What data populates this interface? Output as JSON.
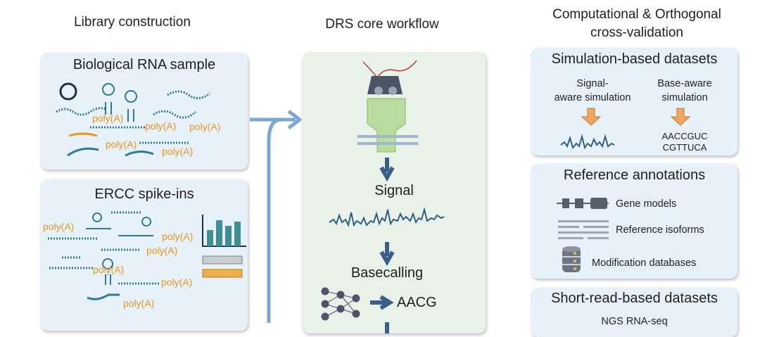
{
  "columns": {
    "left_title": "Library construction",
    "middle_title": "DRS core workflow",
    "right_title_line1": "Computational & Orthogonal",
    "right_title_line2": "cross-validation"
  },
  "bio_panel": {
    "title": "Biological RNA sample",
    "polya_labels": [
      "poly(A)",
      "poly(A)",
      "poly(A)",
      "poly(A)",
      "poly(A)"
    ]
  },
  "ercc_panel": {
    "title": "ERCC spike-ins",
    "polya_labels": [
      "poly(A)",
      "poly(A)",
      "poly(A)",
      "poly(A)",
      "poly(A)",
      "poly(A)"
    ]
  },
  "workflow": {
    "signal_label": "Signal",
    "basecalling_label": "Basecalling",
    "basecalled_seq": "AACG"
  },
  "simulation_panel": {
    "title": "Simulation-based datasets",
    "signal_aware_line1": "Signal-",
    "signal_aware_line2": "aware simulation",
    "base_aware_line1": "Base-aware",
    "base_aware_line2": "simulation",
    "seq_line1": "AACCGUC",
    "seq_line2": "CGTTUCA"
  },
  "reference_panel": {
    "title": "Reference annotations",
    "items": [
      "Gene models",
      "Reference isoforms",
      "Modification databases"
    ]
  },
  "shortread_panel": {
    "title": "Short-read-based datasets",
    "first_item": "NGS RNA-seq"
  },
  "colors": {
    "blue_panel": "#e7f1fa",
    "green_panel": "#e8f2e8",
    "polya_orange": "#e6961c",
    "arrow_blue": "#7ea8d4",
    "dark_blue": "#3a5f8a",
    "rna_teal": "#2f7a96"
  }
}
